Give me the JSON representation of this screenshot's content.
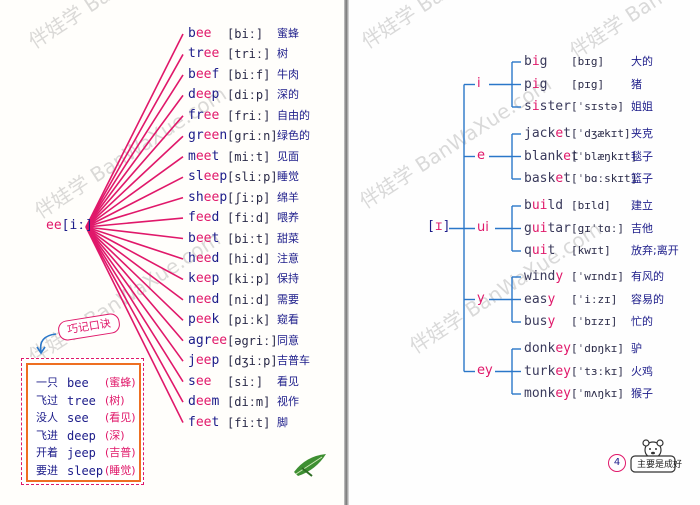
{
  "watermark": "伴娃学 BanWaXue.com",
  "left_page": {
    "root": {
      "word_start": "ee",
      "ipa_open": "[",
      "ipa": "iː",
      "ipa_close": "]"
    },
    "words": [
      {
        "pre": "b",
        "hl": "ee",
        "post": "",
        "ipa": "[biː]",
        "cn": "蜜蜂"
      },
      {
        "pre": "tr",
        "hl": "ee",
        "post": "",
        "ipa": "[triː]",
        "cn": "树"
      },
      {
        "pre": "b",
        "hl": "ee",
        "post": "f",
        "ipa": "[biːf]",
        "cn": "牛肉"
      },
      {
        "pre": "d",
        "hl": "ee",
        "post": "p",
        "ipa": "[diːp]",
        "cn": "深的"
      },
      {
        "pre": "fr",
        "hl": "ee",
        "post": "",
        "ipa": "[friː]",
        "cn": "自由的"
      },
      {
        "pre": "gr",
        "hl": "ee",
        "post": "n",
        "ipa": "[griːn]",
        "cn": "绿色的"
      },
      {
        "pre": "m",
        "hl": "ee",
        "post": "t",
        "ipa": "[miːt]",
        "cn": "见面"
      },
      {
        "pre": "sl",
        "hl": "ee",
        "post": "p",
        "ipa": "[sliːp]",
        "cn": "睡觉"
      },
      {
        "pre": "sh",
        "hl": "ee",
        "post": "p",
        "ipa": "[ʃiːp]",
        "cn": "绵羊"
      },
      {
        "pre": "f",
        "hl": "ee",
        "post": "d",
        "ipa": "[fiːd]",
        "cn": "喂养"
      },
      {
        "pre": "b",
        "hl": "ee",
        "post": "t",
        "ipa": "[biːt]",
        "cn": "甜菜"
      },
      {
        "pre": "h",
        "hl": "ee",
        "post": "d",
        "ipa": "[hiːd]",
        "cn": "注意"
      },
      {
        "pre": "k",
        "hl": "ee",
        "post": "p",
        "ipa": "[kiːp]",
        "cn": "保持"
      },
      {
        "pre": "n",
        "hl": "ee",
        "post": "d",
        "ipa": "[niːd]",
        "cn": "需要"
      },
      {
        "pre": "p",
        "hl": "ee",
        "post": "k",
        "ipa": "[piːk]",
        "cn": "窥看"
      },
      {
        "pre": "agr",
        "hl": "ee",
        "post": "",
        "ipa": "[əgriː]",
        "cn": "同意"
      },
      {
        "pre": "j",
        "hl": "ee",
        "post": "p",
        "ipa": "[dʒiːp]",
        "cn": "吉普车"
      },
      {
        "pre": "s",
        "hl": "ee",
        "post": "",
        "ipa": "[siː]",
        "cn": "看见"
      },
      {
        "pre": "d",
        "hl": "ee",
        "post": "m",
        "ipa": "[diːm]",
        "cn": "视作"
      },
      {
        "pre": "f",
        "hl": "ee",
        "post": "t",
        "ipa": "[fiːt]",
        "cn": "脚"
      }
    ],
    "tip_label": "巧记口诀",
    "tips": [
      {
        "cn": "一只",
        "word": "bee",
        "paren": "(蜜蜂)"
      },
      {
        "cn": "飞过",
        "word": "tree",
        "paren": "(树)"
      },
      {
        "cn": "没人",
        "word": "see",
        "paren": "(看见)"
      },
      {
        "cn": "飞进",
        "word": "deep",
        "paren": "(深)"
      },
      {
        "cn": "开着",
        "word": "jeep",
        "paren": "(吉普)"
      },
      {
        "cn": "要进",
        "word": "sleep",
        "paren": "(睡觉)"
      }
    ]
  },
  "right_page": {
    "root": {
      "open": "[",
      "ipa": "ɪ",
      "close": "]"
    },
    "groups": [
      {
        "label": "i",
        "words": [
          {
            "pre": "b",
            "hl": "i",
            "post": "g",
            "ipa": "[bɪg]",
            "cn": "大的"
          },
          {
            "pre": "p",
            "hl": "i",
            "post": "g",
            "ipa": "[pɪg]",
            "cn": "猪"
          },
          {
            "pre": "s",
            "hl": "i",
            "post": "ster",
            "ipa": "[ˈsɪstə]",
            "cn": "姐姐"
          }
        ]
      },
      {
        "label": "e",
        "words": [
          {
            "pre": "jack",
            "hl": "e",
            "post": "t",
            "ipa": "[ˈdʒækɪt]",
            "cn": "夹克"
          },
          {
            "pre": "blank",
            "hl": "e",
            "post": "t",
            "ipa": "[ˈblæŋkɪt]",
            "cn": "毯子"
          },
          {
            "pre": "bask",
            "hl": "e",
            "post": "t",
            "ipa": "[ˈbɑːskɪt]",
            "cn": "篮子"
          }
        ]
      },
      {
        "label": "ui",
        "words": [
          {
            "pre": "b",
            "hl": "ui",
            "post": "ld",
            "ipa": "[bɪld]",
            "cn": "建立"
          },
          {
            "pre": "g",
            "hl": "ui",
            "post": "tar",
            "ipa": "[gɪˈtɑː]",
            "cn": "吉他"
          },
          {
            "pre": "q",
            "hl": "ui",
            "post": "t",
            "ipa": "[kwɪt]",
            "cn": "放弃;离开"
          }
        ]
      },
      {
        "label": "y",
        "words": [
          {
            "pre": "wind",
            "hl": "y",
            "post": "",
            "ipa": "[ˈwɪndɪ]",
            "cn": "有风的"
          },
          {
            "pre": "eas",
            "hl": "y",
            "post": "",
            "ipa": "[ˈiːzɪ]",
            "cn": "容易的"
          },
          {
            "pre": "bus",
            "hl": "y",
            "post": "",
            "ipa": "[ˈbɪzɪ]",
            "cn": "忙的"
          }
        ]
      },
      {
        "label": "ey",
        "words": [
          {
            "pre": "donk",
            "hl": "ey",
            "post": "",
            "ipa": "[ˈdɒŋkɪ]",
            "cn": "驴"
          },
          {
            "pre": "turk",
            "hl": "ey",
            "post": "",
            "ipa": "[ˈtɜːkɪ]",
            "cn": "火鸡"
          },
          {
            "pre": "monk",
            "hl": "ey",
            "post": "",
            "ipa": "[ˈmʌŋkɪ]",
            "cn": "猴子"
          }
        ]
      }
    ],
    "page_number": "4",
    "logo_text": "主要是成好"
  }
}
